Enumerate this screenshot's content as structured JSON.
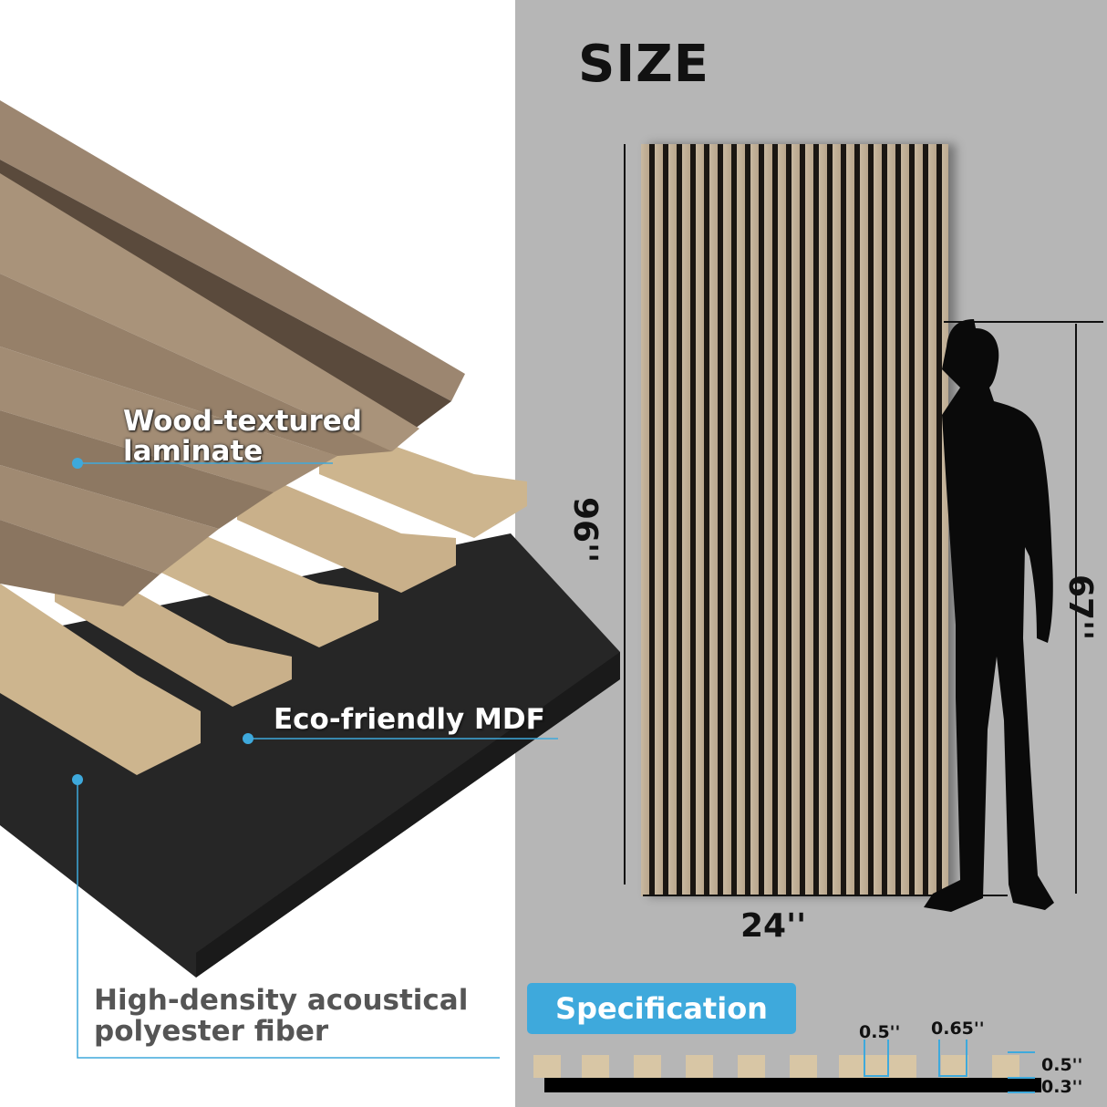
{
  "title": "SIZE",
  "dimensions": {
    "height": "96''",
    "width": "24''",
    "person_height": "67''"
  },
  "labels": {
    "laminate": "Wood-textured laminate",
    "mdf": "Eco-friendly MDF",
    "fiber": "High-density acoustical polyester fiber"
  },
  "specification": {
    "button": "Specification",
    "slat_width": "0.5''",
    "gap": "0.65''",
    "slat_depth": "0.5''",
    "base_thickness": "0.3''"
  },
  "colors": {
    "accent": "#3ea9dc",
    "background_right": "#b6b6b6",
    "felt": "#262626",
    "wood": "#a08b73",
    "mdf": "#cdb58e"
  }
}
